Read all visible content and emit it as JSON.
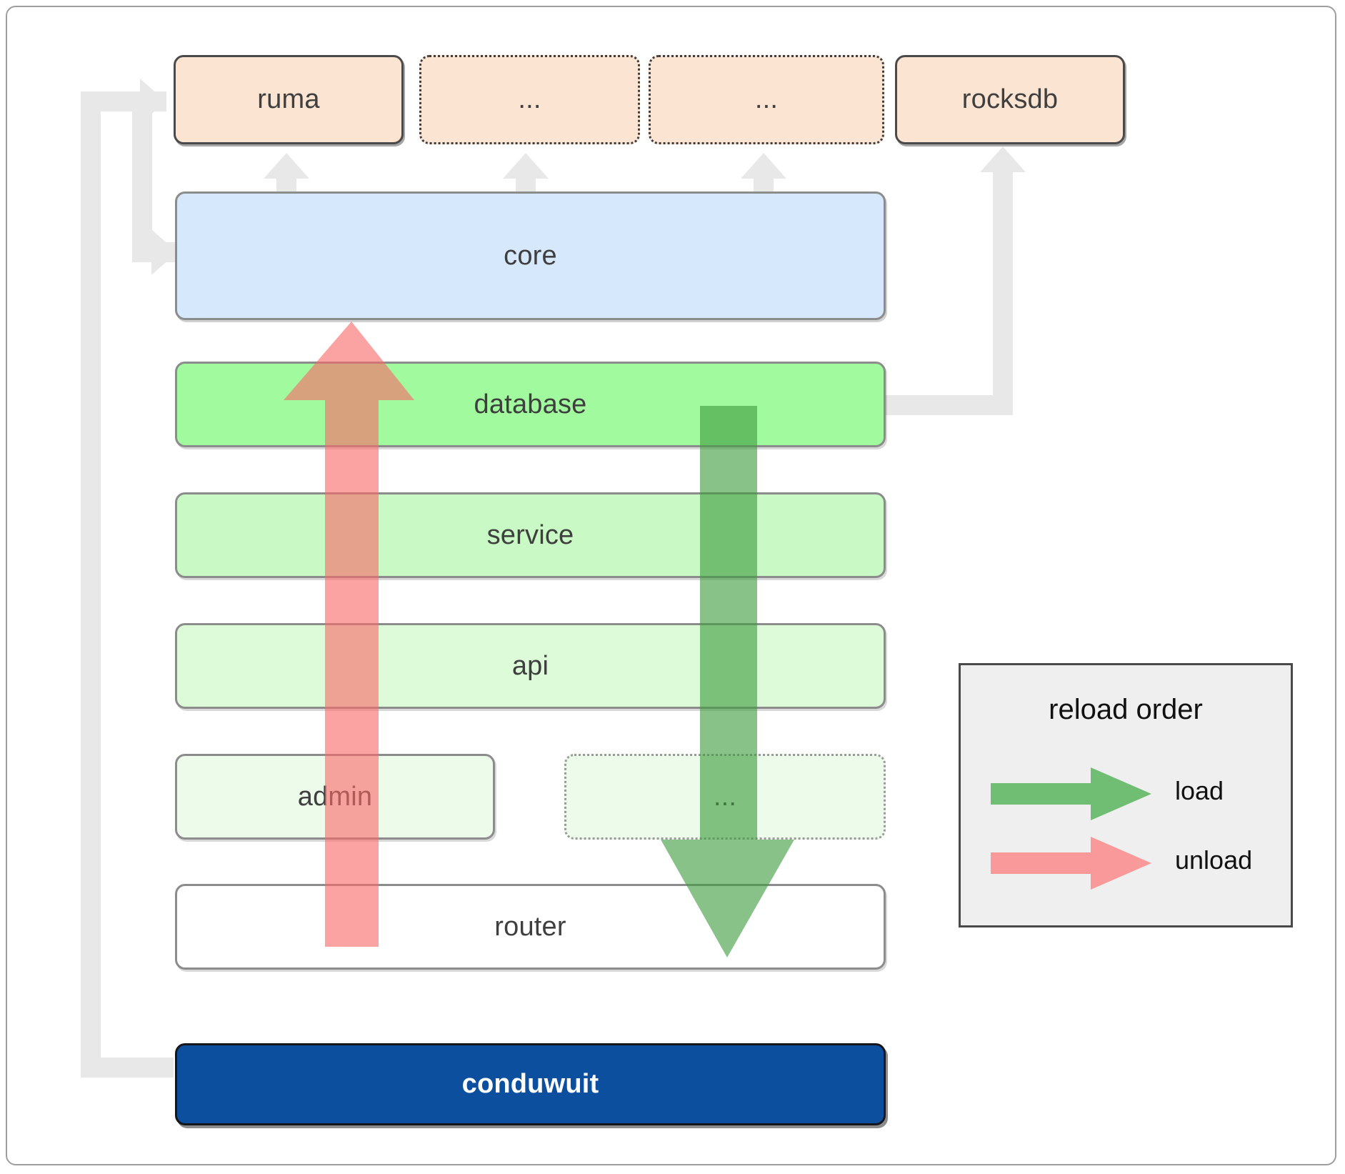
{
  "diagram": {
    "title": "conduwuit crate / reload order architecture",
    "dependencies": [
      {
        "label": "ruma",
        "style": "solid"
      },
      {
        "label": "...",
        "style": "dotted"
      },
      {
        "label": "...",
        "style": "dotted"
      },
      {
        "label": "rocksdb",
        "style": "solid"
      }
    ],
    "core": {
      "label": "core",
      "color": "#d6e8fb"
    },
    "stack": [
      {
        "label": "database",
        "color": "#a2fa9e",
        "style": "solid"
      },
      {
        "label": "service",
        "color": "#c9f9c4",
        "style": "solid"
      },
      {
        "label": "api",
        "color": "#ddfbd8",
        "style": "solid"
      },
      {
        "label": "admin",
        "color": "#edfcea",
        "style": "solid"
      },
      {
        "label": "...",
        "color": "#edfcea",
        "style": "dotted"
      },
      {
        "label": "router",
        "color": "#ffffff",
        "style": "solid"
      }
    ],
    "app": {
      "label": "conduwuit",
      "color": "#0b4f9e",
      "text_color": "#ffffff"
    },
    "legend": {
      "title": "reload order",
      "items": [
        {
          "label": "load",
          "color": "#4caf50"
        },
        {
          "label": "unload",
          "color": "#fa8a8a"
        }
      ]
    },
    "flows": {
      "load": {
        "direction": "down",
        "color": "#4caf50",
        "from": "database",
        "to": "router"
      },
      "unload": {
        "direction": "up",
        "color": "#fa8a8a",
        "from": "router",
        "to": "database"
      }
    },
    "connector_color": "#e8e8e8"
  }
}
